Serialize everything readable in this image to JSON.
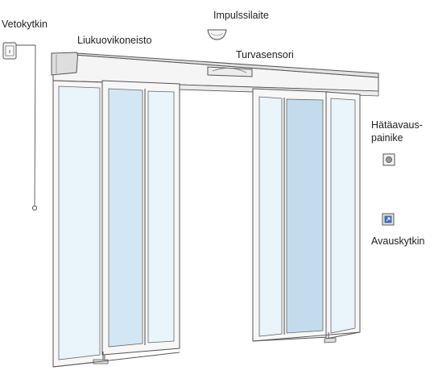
{
  "labels": {
    "pull_switch": "Vetokytkin",
    "operator": "Liukuovikoneisto",
    "impulse_device": "Impulssilaite",
    "safety_sensor": "Turvasensori",
    "emergency_button_line1": "Hätäavaus-",
    "emergency_button_line2": "painike",
    "open_switch": "Avauskytkin"
  },
  "colors": {
    "frame_stroke": "#555555",
    "frame_fill": "#f6f6f6",
    "glass_light": "#eaf4fb",
    "glass_mid": "#d3e6f4",
    "glass_dark": "#c2dcee",
    "button_blue": "#3c6fb0",
    "text": "#1e1e1e"
  },
  "icons": [
    "pull-switch-icon",
    "impulse-device-icon",
    "safety-sensor-icon",
    "emergency-button-icon",
    "open-switch-icon"
  ]
}
